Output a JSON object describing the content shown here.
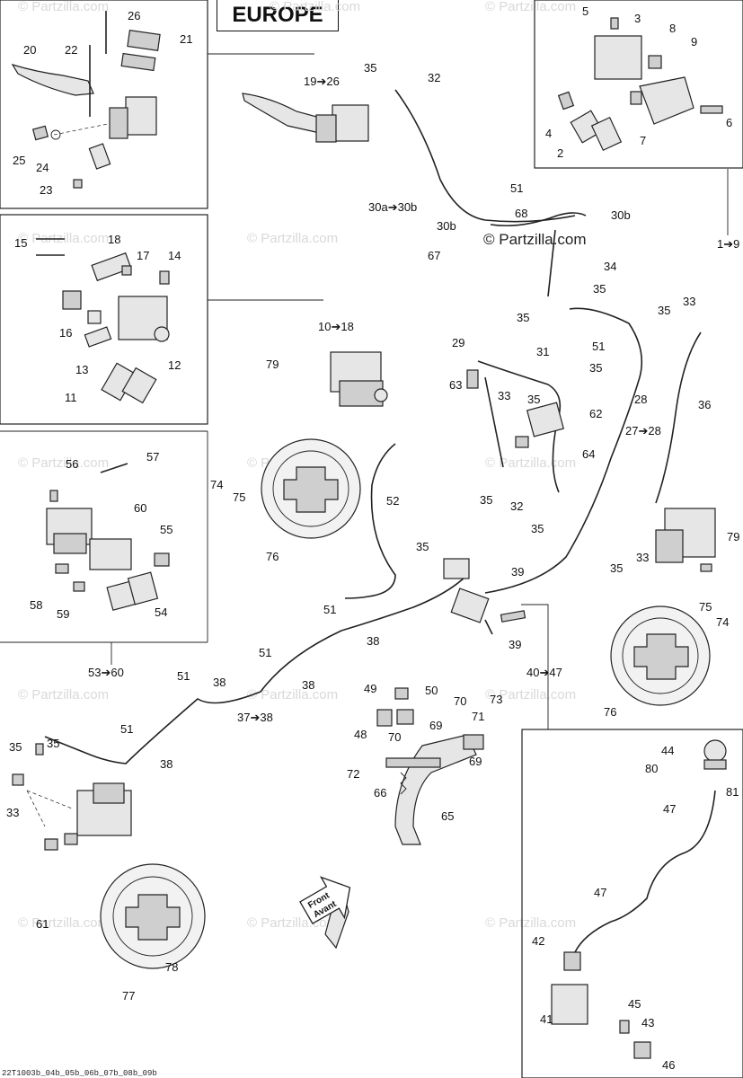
{
  "region_title": "EUROPE",
  "footer_code": "22T1003b_04b_05b_06b_07b_08b_09b",
  "watermark": "© Partzilla.com",
  "center_watermark": "© Partzilla.com",
  "direction_arrow": {
    "line1": "Front",
    "line2": "Avant"
  },
  "labels": {
    "l5": "5",
    "l3": "3",
    "l8": "8",
    "l9": "9",
    "l4": "4",
    "l2": "2",
    "l7": "7",
    "l6": "6",
    "l26": "26",
    "l22": "22",
    "l21": "21",
    "l20": "20",
    "l25": "25",
    "l24": "24",
    "l23": "23",
    "l19_26": "19➔26",
    "l35a": "35",
    "l32a": "32",
    "l51a": "51",
    "l30a_30b": "30a➔30b",
    "l68": "68",
    "l30b_1": "30b",
    "l30b_2": "30b",
    "l67": "67",
    "l1_9": "1➔9",
    "l34": "34",
    "l35b": "35",
    "l35c": "35",
    "l15": "15",
    "l18": "18",
    "l14": "14",
    "l17": "17",
    "l16": "16",
    "l13": "13",
    "l12": "12",
    "l11": "11",
    "l10_18": "10➔18",
    "l79a": "79",
    "l33a": "33",
    "l35d": "35",
    "l29": "29",
    "l31": "31",
    "l51b": "51",
    "l35e": "35",
    "l28": "28",
    "l36": "36",
    "l63": "63",
    "l33b": "33",
    "l35f": "35",
    "l62": "62",
    "l27_28": "27➔28",
    "l64": "64",
    "l35g": "35",
    "l32b": "32",
    "l35h": "35",
    "l56": "56",
    "l57": "57",
    "l60": "60",
    "l55": "55",
    "l58": "58",
    "l59": "59",
    "l54": "54",
    "l74a": "74",
    "l75a": "75",
    "l76a": "76",
    "l52": "52",
    "l35i": "35",
    "l39a": "39",
    "l39b": "39",
    "l33c": "33",
    "l35j": "35",
    "l79b": "79",
    "l51c": "51",
    "l38a": "38",
    "l51d": "51",
    "l38b": "38",
    "l51e": "51",
    "l38c": "38",
    "l37_38": "37➔38",
    "l53_60": "53➔60",
    "l40_47": "40➔47",
    "l75b": "75",
    "l74b": "74",
    "l76b": "76",
    "l49": "49",
    "l50": "50",
    "l70a": "70",
    "l73": "73",
    "l48": "48",
    "l69a": "69",
    "l71": "71",
    "l70b": "70",
    "l69b": "69",
    "l72": "72",
    "l66": "66",
    "l65": "65",
    "l51f": "51",
    "l35k": "35",
    "l35l": "35",
    "l38d": "38",
    "l33d": "33",
    "l61": "61",
    "l77": "77",
    "l78": "78",
    "l44": "44",
    "l80": "80",
    "l81": "81",
    "l47a": "47",
    "l47b": "47",
    "l42": "42",
    "l41": "41",
    "l45": "45",
    "l43": "43",
    "l46": "46"
  }
}
